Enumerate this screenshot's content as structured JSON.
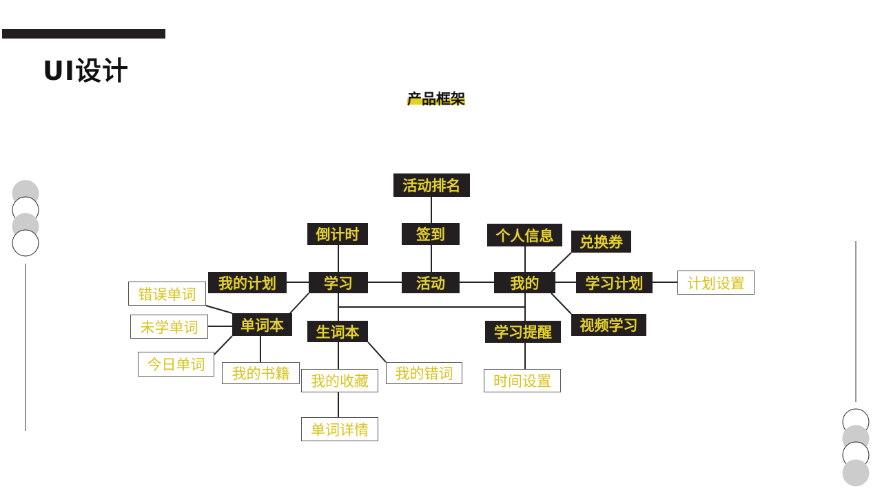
{
  "header": {
    "page_title": "UI设计",
    "section_title": "产品框架"
  },
  "colors": {
    "dark_box": "#231f20",
    "label_yellow": "#e6d22e",
    "highlight": "#e3d020"
  },
  "nodes": {
    "huodong_paiming": "活动排名",
    "daojishi": "倒计时",
    "qiandao": "签到",
    "geren_xinxi": "个人信息",
    "duihuanquan": "兑换券",
    "wode_jihua": "我的计划",
    "xuexi": "学习",
    "huodong": "活动",
    "wode": "我的",
    "xuexi_jihua": "学习计划",
    "jihua_shezhi": "计划设置",
    "cuowu_danci": "错误单词",
    "danciben": "单词本",
    "shengciben": "生词本",
    "xuexi_tixing": "学习提醒",
    "shipin_xuexi": "视频学习",
    "weixue_danci": "未学单词",
    "jinri_danci": "今日单词",
    "wode_shuji": "我的书籍",
    "wode_shoucang": "我的收藏",
    "wode_cuoci": "我的错词",
    "shijian_shezhi": "时间设置",
    "danci_xiangqing": "单词详情"
  }
}
